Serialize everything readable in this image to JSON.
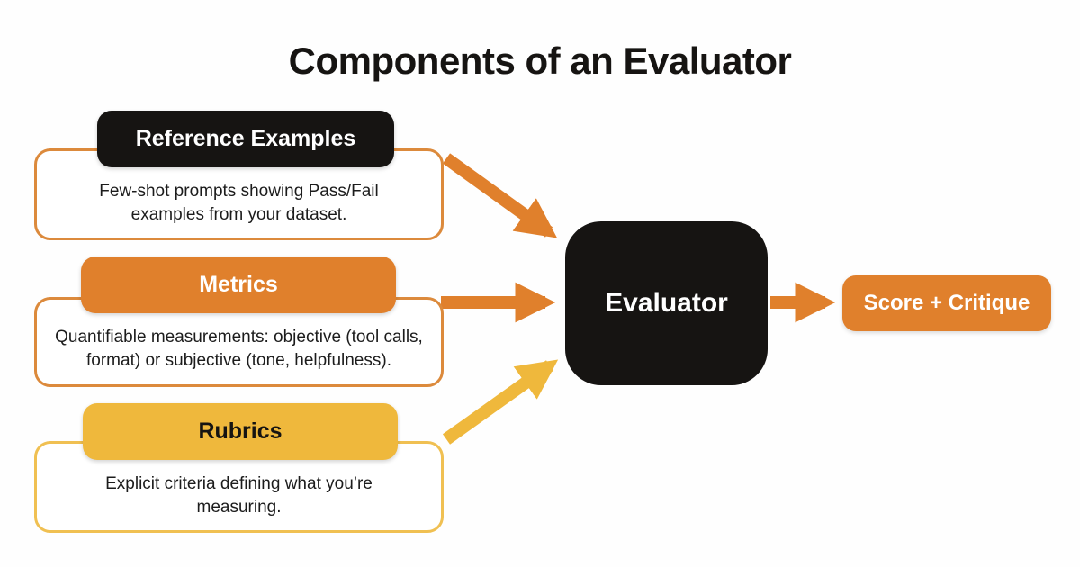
{
  "title": "Components of an Evaluator",
  "colors": {
    "orange": "#E0802C",
    "orange-border": "#DC8A3C",
    "gold": "#EFB83C",
    "gold-border": "#F0C052",
    "ink": "#161412",
    "text": "#1C1C1C"
  },
  "components": [
    {
      "label": "Reference Examples",
      "description": "Few-shot prompts showing Pass/Fail examples from your dataset."
    },
    {
      "label": "Metrics",
      "description": "Quantifiable measurements: objective (tool calls, format) or subjective (tone, helpfulness)."
    },
    {
      "label": "Rubrics",
      "description": "Explicit criteria defining what you’re measuring."
    }
  ],
  "evaluator": {
    "label": "Evaluator"
  },
  "output": {
    "label": "Score + Critique"
  }
}
